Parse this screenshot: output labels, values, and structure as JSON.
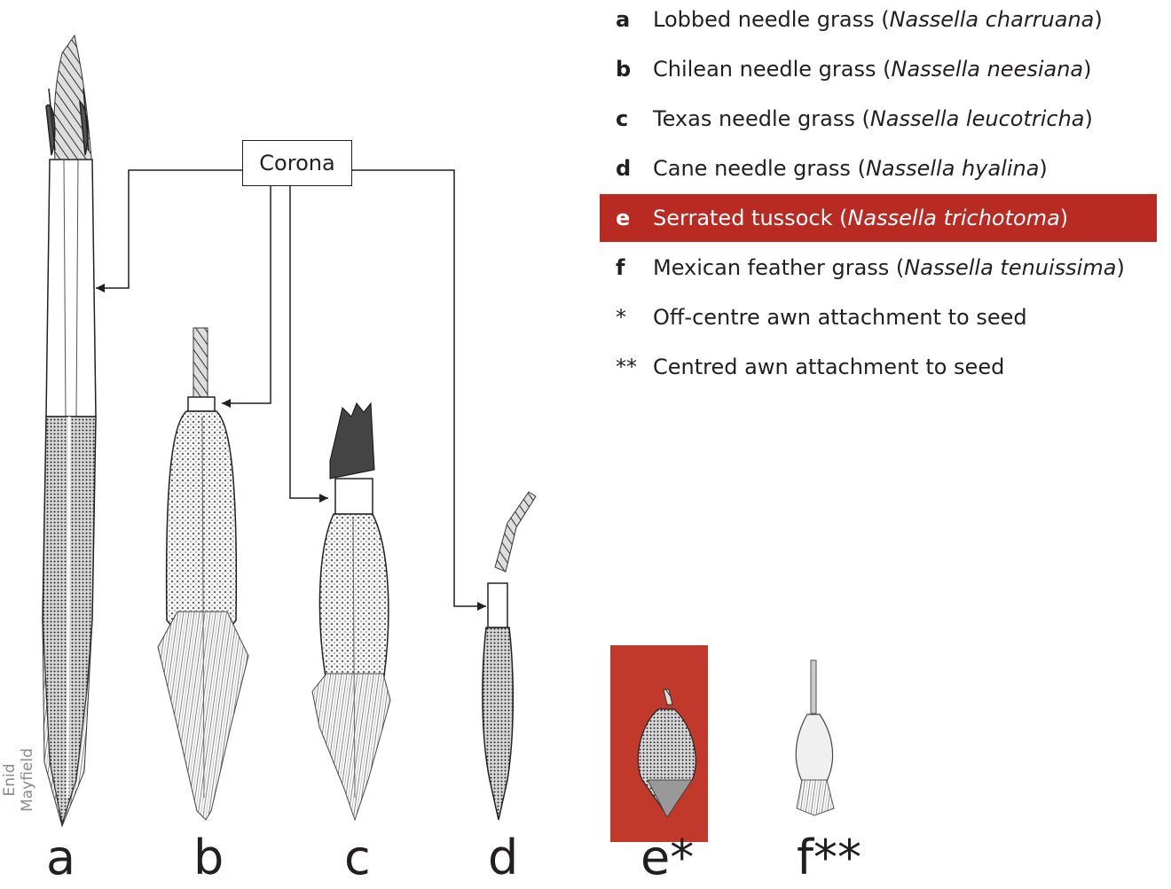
{
  "legend": [
    {
      "key": "a",
      "common": "Lobbed needle grass",
      "species": "Nassella charruana",
      "highlight": false
    },
    {
      "key": "b",
      "common": "Chilean needle grass",
      "species": "Nassella neesiana",
      "highlight": false
    },
    {
      "key": "c",
      "common": "Texas needle grass",
      "species": "Nassella leucotricha",
      "highlight": false
    },
    {
      "key": "d",
      "common": "Cane needle grass",
      "species": "Nassella hyalina",
      "highlight": false
    },
    {
      "key": "e",
      "common": "Serrated tussock",
      "species": "Nassella trichotoma",
      "highlight": true
    },
    {
      "key": "f",
      "common": "Mexican feather grass",
      "species": "Nassella tenuissima",
      "highlight": false
    }
  ],
  "notes": [
    {
      "symbol": "*",
      "text": "Off-centre awn attachment to seed"
    },
    {
      "symbol": "**",
      "text": "Centred awn attachment to seed"
    }
  ],
  "corona_label": "Corona",
  "letters": {
    "a": "a",
    "b": "b",
    "c": "c",
    "d": "d",
    "e": "e*",
    "f": "f**"
  },
  "credit": "Enid Mayfield",
  "colors": {
    "highlight": "#b92a22",
    "panel": "#c0392b",
    "ink": "#231f20"
  }
}
